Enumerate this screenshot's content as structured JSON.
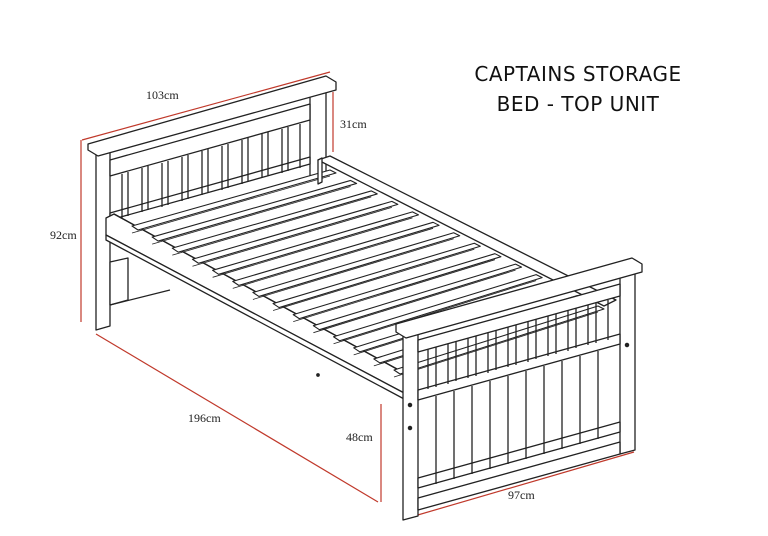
{
  "title": {
    "line1": "CAPTAINS STORAGE",
    "line2": "BED - TOP UNIT"
  },
  "dimensions": {
    "headboard_width": "103cm",
    "headboard_top_height": "31cm",
    "overall_height": "92cm",
    "length": "196cm",
    "footboard_height": "48cm",
    "width": "97cm"
  },
  "colors": {
    "dimension_line": "#c0392b",
    "outline": "#222222"
  }
}
